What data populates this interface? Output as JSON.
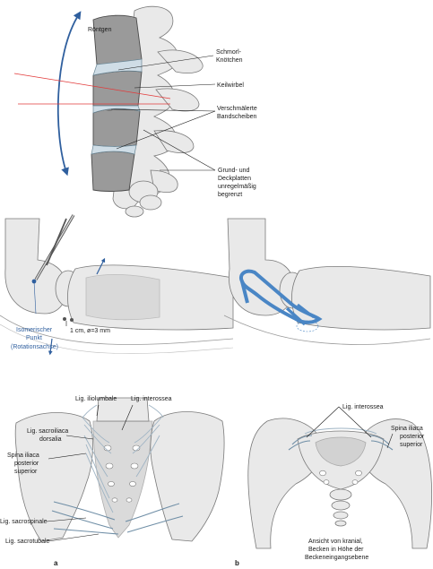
{
  "panel_top": {
    "title": "Röntgen",
    "labels": [
      "Schmorl-",
      "Knötchen",
      "Keilwirbel",
      "Verschmälerte",
      "Bandscheiben",
      "Grund- und",
      "Deckplatten",
      "unregelmäßig",
      "begrenzt"
    ]
  },
  "panel_middle_left": {
    "pivot_label": [
      "Isomerischer",
      "Punkt",
      "(Rotationsachse)"
    ],
    "measure_label": "1 cm, ø=3 mm"
  },
  "panel_bottom_a": {
    "letter": "a",
    "labels": {
      "iliolumbale": "Lig. iliolumbale",
      "interossea": "Lig. interossea",
      "sacroiliaca": [
        "Lig. sacroiliaca",
        "dorsalia"
      ],
      "spina": [
        "Spina iliaca",
        "posterior",
        "superior"
      ],
      "sacrospinale": "Lig. sacrospinale",
      "sacrotubale": "Lig. sacrotubale"
    }
  },
  "panel_bottom_b": {
    "letter": "b",
    "labels": {
      "interossea": "Lig. interossea",
      "spina": [
        "Spina iliaca",
        "posterior",
        "superior"
      ],
      "view": [
        "Ansicht von kranial,",
        "Becken in Höhe der",
        "Beckeneingangsebene"
      ]
    }
  },
  "colors": {
    "accent_blue": "#2f5f9e",
    "ligament_blue": "#4a86c5",
    "reference_red": "#e23a3a"
  }
}
